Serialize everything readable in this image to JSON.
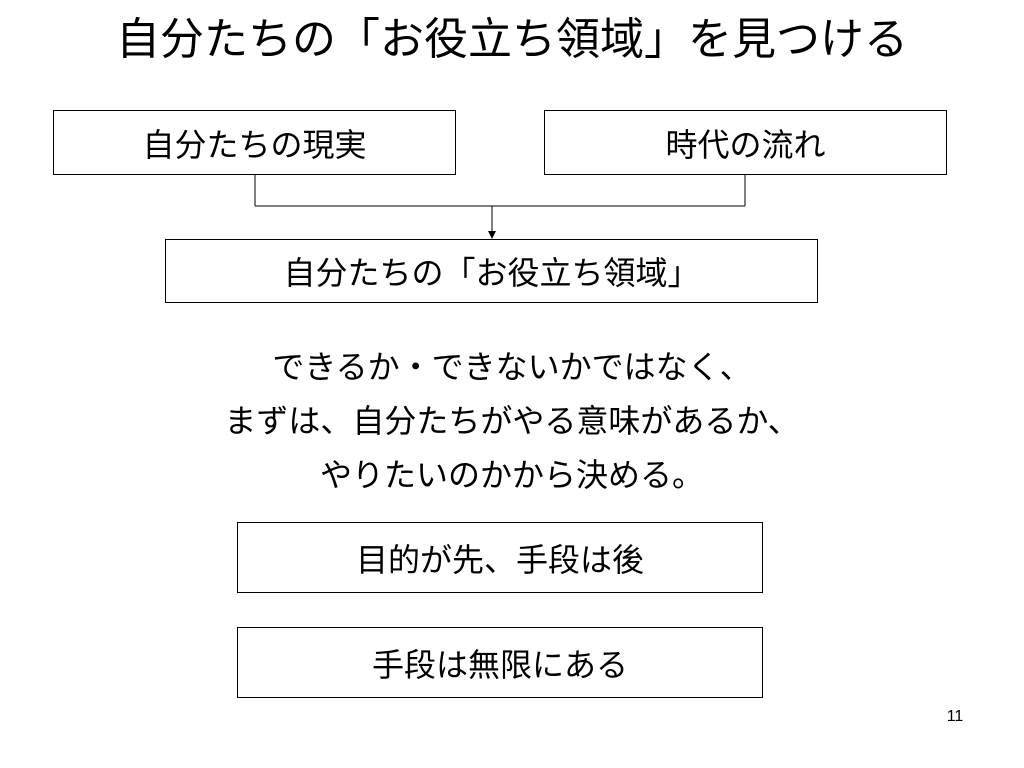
{
  "slide": {
    "title": "自分たちの「お役立ち領域」を見つける",
    "page_number": "11"
  },
  "diagram": {
    "inputs": [
      {
        "label": "自分たちの現実"
      },
      {
        "label": "時代の流れ"
      }
    ],
    "result": {
      "label": "自分たちの「お役立ち領域」"
    }
  },
  "message": {
    "lines": [
      "できるか・できないかではなく、",
      "まずは、自分たちがやる意味があるか、",
      "やりたいのかから決める。"
    ]
  },
  "points": [
    {
      "label": "目的が先、手段は後"
    },
    {
      "label": "手段は無限にある"
    }
  ]
}
